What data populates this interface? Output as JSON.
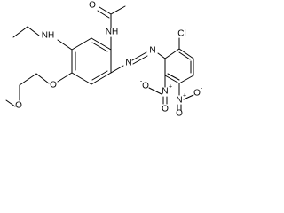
{
  "structure": {
    "colors": {
      "bond": "#000000",
      "label": "#000000",
      "background": "#ffffff"
    },
    "atoms": {
      "nh_ethyl": "NH",
      "nh_acetyl": "NH",
      "carbonyl_o": "O",
      "ether_o1": "O",
      "ether_o2": "O",
      "azo_n1": "N",
      "azo_n2": "N",
      "chlorine": "Cl",
      "nitro1_n": "N",
      "nitro1_o_minus": "O",
      "nitro1_o": "O",
      "nitro2_n": "N",
      "nitro2_o_minus": "O",
      "nitro2_o": "O"
    },
    "charges": {
      "nitro1_n_plus": "+",
      "nitro1_o_minus": "-",
      "nitro2_n_plus": "+",
      "nitro2_o_minus": "-"
    }
  }
}
